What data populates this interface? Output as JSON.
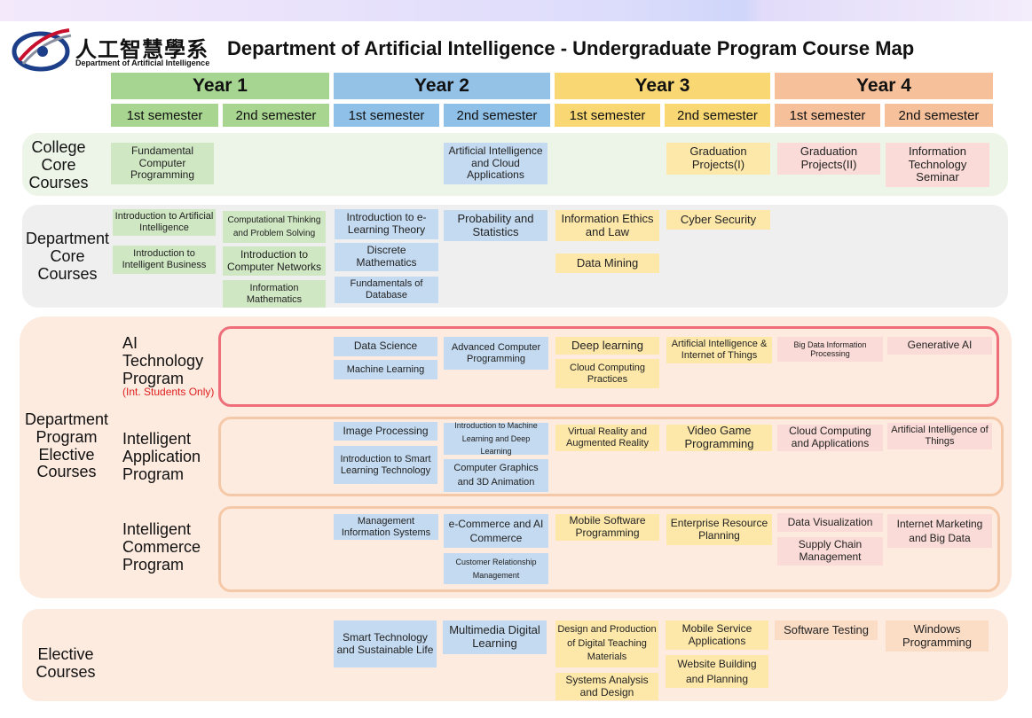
{
  "header": {
    "logo_cn": "人工智慧學系",
    "logo_en": "Department of Artificial Intelligence",
    "title": "Department of Artificial Intelligence - Undergraduate Program Course Map"
  },
  "years": [
    "Year 1",
    "Year 2",
    "Year 3",
    "Year 4"
  ],
  "semesters": [
    "1st semester",
    "2nd semester",
    "1st semester",
    "2nd semester",
    "1st semester",
    "2nd semester",
    "1st semester",
    "2nd semester"
  ],
  "rows": {
    "college": "College Core Courses",
    "dept": "Department Core Courses",
    "program": "Department Program Elective Courses",
    "elective": "Elective Courses"
  },
  "programs": {
    "ai": "AI Technology Program",
    "ai_note": "(Int. Students Only)",
    "app": "Intelligent Application Program",
    "com": "Intelligent Commerce Program"
  },
  "courses": {
    "college": [
      "Fundamental Computer Programming",
      "Artificial Intelligence and Cloud Applications",
      "Graduation Projects(I)",
      "Graduation Projects(II)",
      "Information Technology Seminar"
    ],
    "dept": [
      "Introduction to Artificial Intelligence",
      "Introduction to Intelligent Business",
      "Computational Thinking and Problem Solving",
      "Introduction to Computer Networks",
      "Information Mathematics",
      "Introduction to e-Learning Theory",
      "Discrete Mathematics",
      "Fundamentals of Database",
      "Probability and Statistics",
      "Information Ethics and Law",
      "Data Mining",
      "Cyber Security"
    ],
    "ai": [
      "Data Science",
      "Machine Learning",
      "Advanced Computer Programming",
      "Deep learning",
      "Cloud Computing Practices",
      "Artificial Intelligence & Internet of Things",
      "Big Data Information Processing",
      "Generative AI"
    ],
    "app": [
      "Image Processing",
      "Introduction to Smart Learning Technology",
      "Introduction to Machine Learning and Deep Learning",
      "Computer Graphics and 3D Animation",
      "Virtual Reality and Augmented Reality",
      "Video Game Programming",
      "Cloud Computing and Applications",
      "Artificial Intelligence of Things"
    ],
    "com": [
      "Management Information Systems",
      "e-Commerce and AI Commerce",
      "Customer Relationship Management",
      "Mobile Software Programming",
      "Enterprise Resource Planning",
      "Data Visualization",
      "Supply Chain Management",
      "Internet Marketing and Big Data"
    ],
    "elective": [
      "Smart Technology and Sustainable Life",
      "Multimedia Digital Learning",
      "Design and Production of Digital Teaching Materials",
      "Systems Analysis and Design",
      "Mobile Service Applications",
      "Website Building and Planning",
      "Software Testing",
      "Windows Programming"
    ]
  }
}
